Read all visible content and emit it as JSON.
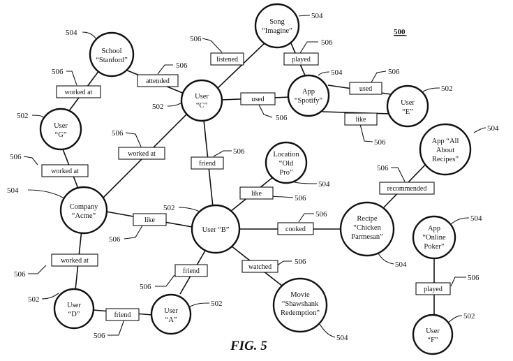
{
  "figure": {
    "number": "500",
    "caption": "FIG. 5"
  },
  "nodes": {
    "song_imagine": {
      "lines": [
        "Song",
        "“Imagine”"
      ],
      "ref": "504"
    },
    "school_stanford": {
      "lines": [
        "School",
        "“Stanford”"
      ],
      "ref": "504"
    },
    "user_c": {
      "lines": [
        "User",
        "“C”"
      ],
      "ref": "502"
    },
    "app_spotify": {
      "lines": [
        "App",
        "“Spotify”"
      ],
      "ref": "504"
    },
    "user_e": {
      "lines": [
        "User",
        "“E”"
      ],
      "ref": "502"
    },
    "user_g": {
      "lines": [
        "User",
        "“G”"
      ],
      "ref": "502"
    },
    "location_old_pro": {
      "lines": [
        "Location",
        "“Old",
        "Pro”"
      ],
      "ref": "504"
    },
    "app_all_about": {
      "lines": [
        "App “All",
        "About",
        "Recipes”"
      ],
      "ref": "504"
    },
    "company_acme": {
      "lines": [
        "Company",
        "“Acme”"
      ],
      "ref": "504"
    },
    "user_b": {
      "lines": [
        "User “B”"
      ],
      "ref": "502"
    },
    "recipe_chicken": {
      "lines": [
        "Recipe",
        "“Chicken",
        "Parmesan”"
      ],
      "ref": "504"
    },
    "app_online_poker": {
      "lines": [
        "App",
        "“Online",
        "Poker”"
      ],
      "ref": "504"
    },
    "user_d": {
      "lines": [
        "User",
        "“D”"
      ],
      "ref": "502"
    },
    "user_a": {
      "lines": [
        "User",
        "“A”"
      ],
      "ref": "502"
    },
    "movie_shawshank": {
      "lines": [
        "Movie",
        "“Shawshank",
        "Redemption”"
      ],
      "ref": "504"
    },
    "user_f": {
      "lines": [
        "User",
        "“F”"
      ],
      "ref": "502"
    }
  },
  "edges": {
    "listened": {
      "label": "listened",
      "ref": "506"
    },
    "played_song": {
      "label": "played",
      "ref": "506"
    },
    "attended": {
      "label": "attended",
      "ref": "506"
    },
    "worked_at_g": {
      "label": "worked at",
      "ref": "506"
    },
    "used_spotify": {
      "label": "used",
      "ref": "506"
    },
    "used_e": {
      "label": "used",
      "ref": "506"
    },
    "like_e": {
      "label": "like",
      "ref": "506"
    },
    "worked_at_c": {
      "label": "worked at",
      "ref": "506"
    },
    "worked_at_g2": {
      "label": "worked at",
      "ref": "506"
    },
    "friend_cb": {
      "label": "friend",
      "ref": "506"
    },
    "like_location": {
      "label": "like",
      "ref": "506"
    },
    "recommended": {
      "label": "recommended",
      "ref": "506"
    },
    "like_acme": {
      "label": "like",
      "ref": "506"
    },
    "cooked": {
      "label": "cooked",
      "ref": "506"
    },
    "worked_at_d": {
      "label": "worked at",
      "ref": "506"
    },
    "friend_ab": {
      "label": "friend",
      "ref": "506"
    },
    "watched": {
      "label": "watched",
      "ref": "506"
    },
    "played_poker": {
      "label": "played",
      "ref": "506"
    },
    "friend_da": {
      "label": "friend",
      "ref": "506"
    }
  }
}
